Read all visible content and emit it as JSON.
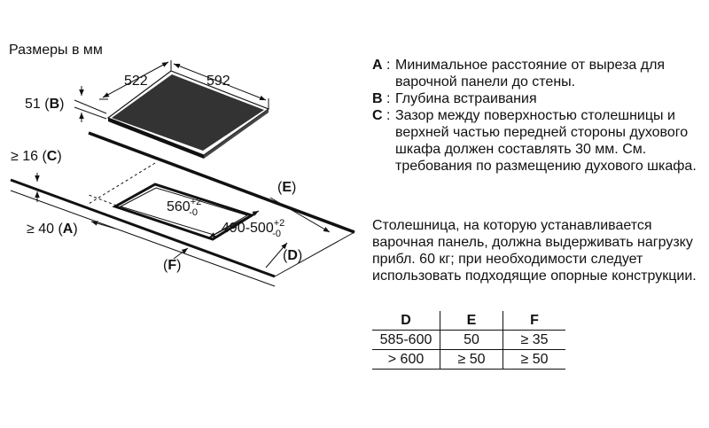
{
  "diagram": {
    "title": "Размеры в мм",
    "dim_522": "522",
    "dim_592": "592",
    "dim_51": "51 (",
    "dim_16": "≥ 16 (",
    "dim_40": "≥ 40 (",
    "dim_560": "560",
    "dim_490": "490-500",
    "tol_plus": "+2",
    "tol_minus": "-0",
    "key_a": "A",
    "key_b": "B",
    "key_c": "C",
    "key_d": "D",
    "key_e": "E",
    "key_f": "F",
    "open_paren": "(",
    "close_paren": ")"
  },
  "legend": [
    {
      "key": "A",
      "sep": ":",
      "text": "Минимальное расстояние от выреза для варочной панели до стены."
    },
    {
      "key": "B",
      "sep": ":",
      "text": "Глубина встраивания"
    },
    {
      "key": "C",
      "sep": ":",
      "text": "Зазор между поверхностью столешницы и верхней частью передней стороны духового шкафа должен составлять 30 мм. См. требования по размещению духового шкафа."
    }
  ],
  "note": "Столешница, на которую устанавливается варочная панель, должна выдерживать нагрузку прибл. 60 кг; при необходимости следует использовать подходящие опорные конструкции.",
  "table": {
    "headers": [
      "D",
      "E",
      "F"
    ],
    "rows": [
      [
        "585-600",
        "50",
        "≥ 35"
      ],
      [
        "> 600",
        "≥ 50",
        "≥ 50"
      ]
    ]
  }
}
